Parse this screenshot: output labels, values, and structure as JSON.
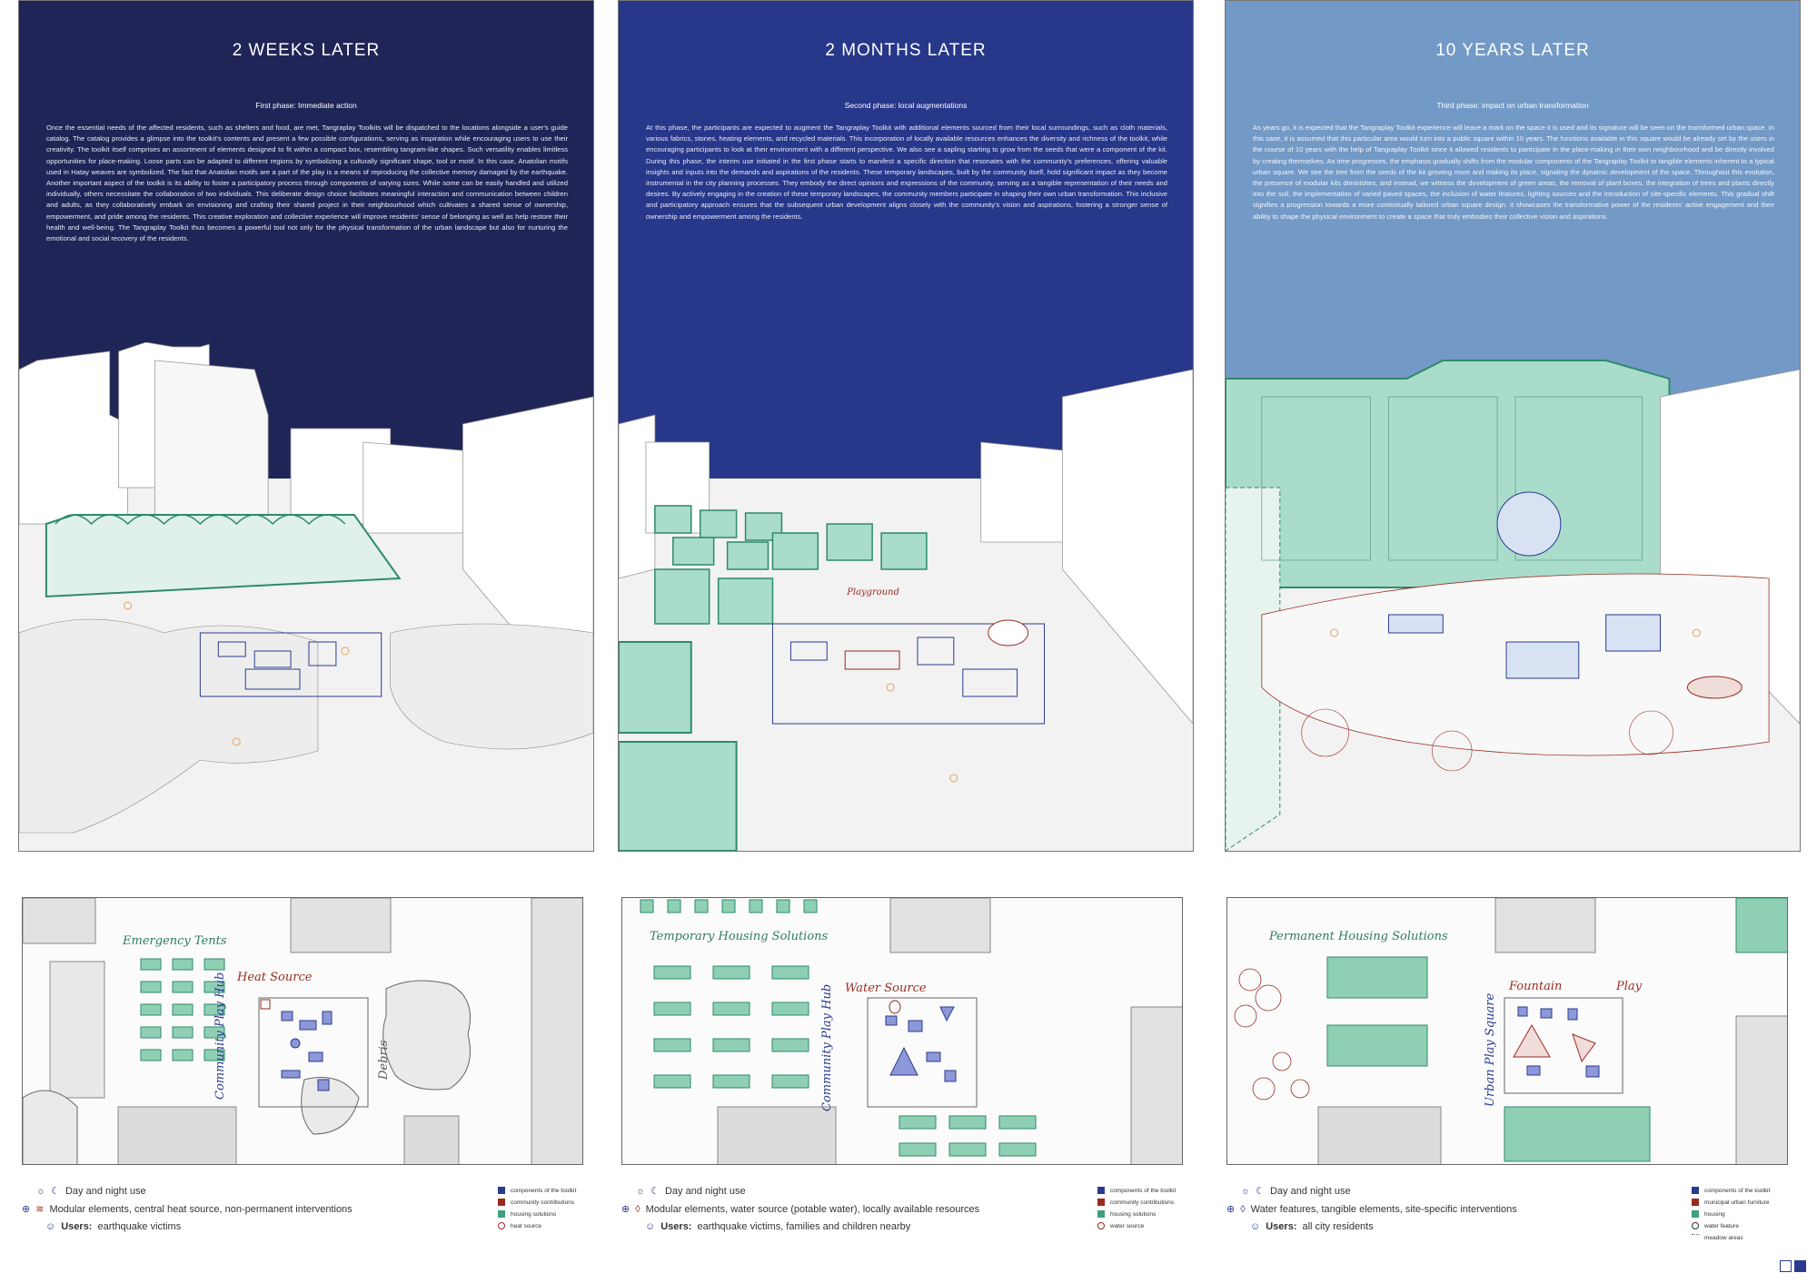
{
  "code": "27355",
  "panels": [
    {
      "title": "2 WEEKS LATER",
      "subtitle": "First phase: Immediate action",
      "body": "Once the essential needs of the affected residents, such as shelters and food, are met, Tangraplay Toolkits will be dispatched to the locations alongside a user's guide catalog. The catalog provides a glimpse into the toolkit's contents and present a few possible configurations, serving as inspiration while encouraging users to use their creativity. The toolkit itself comprises an assortment of elements designed to fit within a compact box, resembling tangram-like shapes. Such versatility enables limitless opportunities for place-making. Loose parts can be adapted to different regions by symbolizing a culturally significant shape, tool or motif. In this case, Anatolian motifs used in Hatay weaves are symbolized. The fact that Anatolian motifs are a part of the play is a means of reproducing the collective memory damaged by the earthquake. Another important aspect of the toolkit is its ability to foster a participatory process through components of varying sizes. While some can be easily handled and utilized individually, others necessitate the collaboration of two individuals. This deliberate design choice facilitates meaningful interaction and communication between children and adults, as they collaboratively embark on envisioning and crafting their shared project in their neighbourhood which cultivates a shared sense of ownership, empowerment, and pride among the residents. This creative exploration and collective experience will improve residents' sense of belonging as well as help restore their health and well-being. The Tangraplay Toolkit thus becomes a powerful tool not only for the physical transformation of the urban landscape but also for nurturing the emotional and social recovery of the residents."
    },
    {
      "title": "2 MONTHS LATER",
      "subtitle": "Second phase: local augmentations",
      "body": "At this phase, the participants are expected to augment the Tangraplay Toolkit with additional elements sourced from their local surroundings, such as cloth materials, various fabrics, stones, heating elements, and recycled materials. This incorporation of locally available resources enhances the diversity and richness of the toolkit, while encouraging participants to look at their environment with a different perspective. We also see a sapling starting to grow from the seeds that were a component of the kit. During this phase, the interim use initiated in the first phase starts to manifest a specific direction that resonates with the community's preferences, offering valuable insights and inputs into the demands and aspirations of the residents. These temporary landscapes, built by the community itself, hold significant impact as they become instrumental in the city planning processes. They embody the direct opinions and expressions of the community, serving as a tangible representation of their needs and desires. By actively engaging in the creation of these temporary landscapes, the community members participate in shaping their own urban transformation. This inclusive and participatory approach ensures that the subsequent urban development aligns closely with the community's vision and aspirations, fostering a stronger sense of ownership and empowerment among the residents."
    },
    {
      "title": "10 YEARS LATER",
      "subtitle": "Third phase: impact on urban transformation",
      "body": "As years go, it is expected that the Tangraplay Toolkit experience will leave a mark on the space it is used and its signature will be seen on the transformed urban space. In this case, it is assumed that this particular area would turn into a public square within 10 years. The functions available in this square would be already set by the users in the course of 10 years with the help of Tangraplay Toolkit since it allowed residents to participate in the place-making in their own neighbourhood and be directly involved by creating themselves. As time progresses, the emphasis gradually shifts from the modular components of the Tangraplay Toolkit to tangible elements inherent to a typical urban square. We see the tree from the seeds of the kit growing more and making its place, signaling the dynamic development of the space. Throughout this evolution, the presence of modular kits diminishes, and instead, we witness the development of green areas, the removal of plant boxes, the integration of trees and plants directly into the soil, the implementation of varied paved spaces, the inclusion of water features, lighting sources and the introduction of site-specific elements. This gradual shift signifies a progression towards a more contextually tailored urban square design. It showcases the transformative power of the residents' active engagement and their ability to shape the physical environment to create a space that truly embodies their collective vision and aspirations."
    }
  ],
  "scene_labels": {
    "playground": "Playground"
  },
  "plans": [
    {
      "labels": {
        "housing": "Emergency Tents",
        "feature": "Heat Source",
        "hub": "Community Play Hub",
        "debris": "Debris"
      }
    },
    {
      "labels": {
        "housing": "Temporary Housing Solutions",
        "feature": "Water Source",
        "hub": "Community Play Hub"
      }
    },
    {
      "labels": {
        "housing": "Permanent Housing Solutions",
        "feature": "Fountain",
        "feature2": "Play",
        "hub": "Urban Play Square"
      }
    }
  ],
  "legends": [
    {
      "use": "Day and night use",
      "elements": "Modular elements, central heat source, non-permanent interventions",
      "users_label": "Users:",
      "users": "earthquake victims",
      "keys": [
        "components of the toolkit",
        "community contributions",
        "housing solutions",
        "heat source"
      ]
    },
    {
      "use": "Day and night use",
      "elements": "Modular elements, water source (potable water), locally available resources",
      "users_label": "Users:",
      "users": "earthquake victims, families and children nearby",
      "keys": [
        "components of the toolkit",
        "community contributions",
        "housing solutions",
        "water source"
      ]
    },
    {
      "use": "Day and night use",
      "elements": "Water features, tangible elements, site-specific interventions",
      "users_label": "Users:",
      "users": "all city residents",
      "keys": [
        "components of the toolkit",
        "municipal urban furniture",
        "housing",
        "water feature",
        "meadow areas"
      ]
    }
  ],
  "colors": {
    "navy": "#1f2556",
    "royal": "#27378a",
    "sky": "#7399c6",
    "toolkit": "#2a3b8f",
    "community": "#9a2b22",
    "housing": "#3f9f7f",
    "housing_fill": "#a9dccb",
    "figure": "#e0a460"
  },
  "icons": [
    "sun-icon",
    "moon-icon",
    "heat-icon",
    "water-icon",
    "modular-icon",
    "users-icon"
  ]
}
